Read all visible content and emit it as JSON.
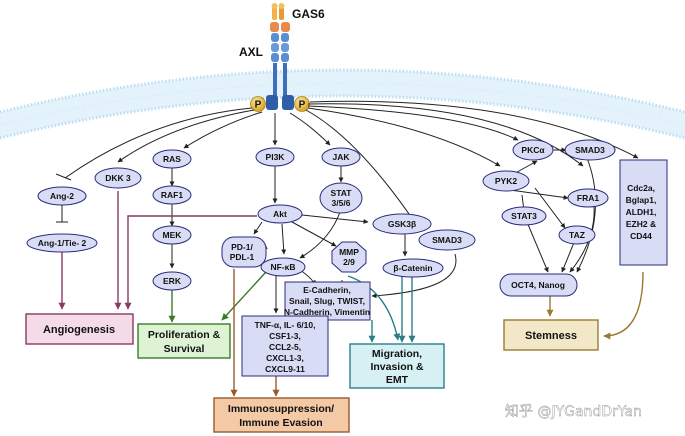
{
  "title_receptor": "AXL",
  "title_ligand": "GAS6",
  "phospho_left": "P",
  "phospho_right": "P",
  "nodes": {
    "ang2": "Ang-2",
    "ang1_tie2": "Ang-1/Tie- 2",
    "dkk3": "DKK 3",
    "ras": "RAS",
    "raf1": "RAF1",
    "mek": "MEK",
    "erk": "ERK",
    "pi3k": "PI3K",
    "akt": "Akt",
    "jak": "JAK",
    "stat_1": "STAT",
    "stat_2": "3/5/6",
    "pdl1_1": "PD-1/",
    "pdl1_2": "PDL-1",
    "nfkb": "NF-κB",
    "mmp_1": "MMP",
    "mmp_2": "2/9",
    "gsk3b": "GSK3β",
    "bcatenin": "β-Catenin",
    "smad3_mid": "SMAD3",
    "emt_1": "E-Cadherin,",
    "emt_2": "Snail, Slug, TWIST,",
    "emt_3": "N-Cadherin, Vimentin",
    "cyto_1": "TNF-α, IL- 6/10,",
    "cyto_2": "CSF1-3,",
    "cyto_3": "CCL2-5,",
    "cyto_4": "CXCL1-3,",
    "cyto_5": "CXCL9-11",
    "pkca": "PKCα",
    "smad3_right": "SMAD3",
    "pyk2": "PYK2",
    "fra1": "FRA1",
    "stat3": "STAT3",
    "taz": "TAZ",
    "oct4": "OCT4, Nanog",
    "stem_1": "Cdc2a,",
    "stem_2": "Bglap1,",
    "stem_3": "ALDH1,",
    "stem_4": "EZH2 &",
    "stem_5": "CD44"
  },
  "outcomes": {
    "angiogenesis": "Angiogenesis",
    "prolif_1": "Proliferation &",
    "prolif_2": "Survival",
    "migration_1": "Migration,",
    "migration_2": "Invasion &",
    "migration_3": "EMT",
    "stemness": "Stemness",
    "immuno_1": "Immunosuppression/",
    "immuno_2": "Immune Evasion"
  },
  "watermark": "知乎 @JYGandDrYan",
  "colors": {
    "node_fill": "#d9dcf5",
    "node_stroke": "#2c2c7a",
    "membrane": "#dff0fa",
    "angio_fill": "#f4dbe8",
    "angio_stroke": "#8a3a64",
    "prolif_fill": "#def3d4",
    "prolif_stroke": "#3c7a2a",
    "migr_fill": "#d6f0f3",
    "migr_stroke": "#2a7f8a",
    "stem_fill": "#f2e8c8",
    "stem_stroke": "#9a7a30",
    "immuno_fill": "#f3c9a6",
    "immuno_stroke": "#9a5a2a"
  }
}
